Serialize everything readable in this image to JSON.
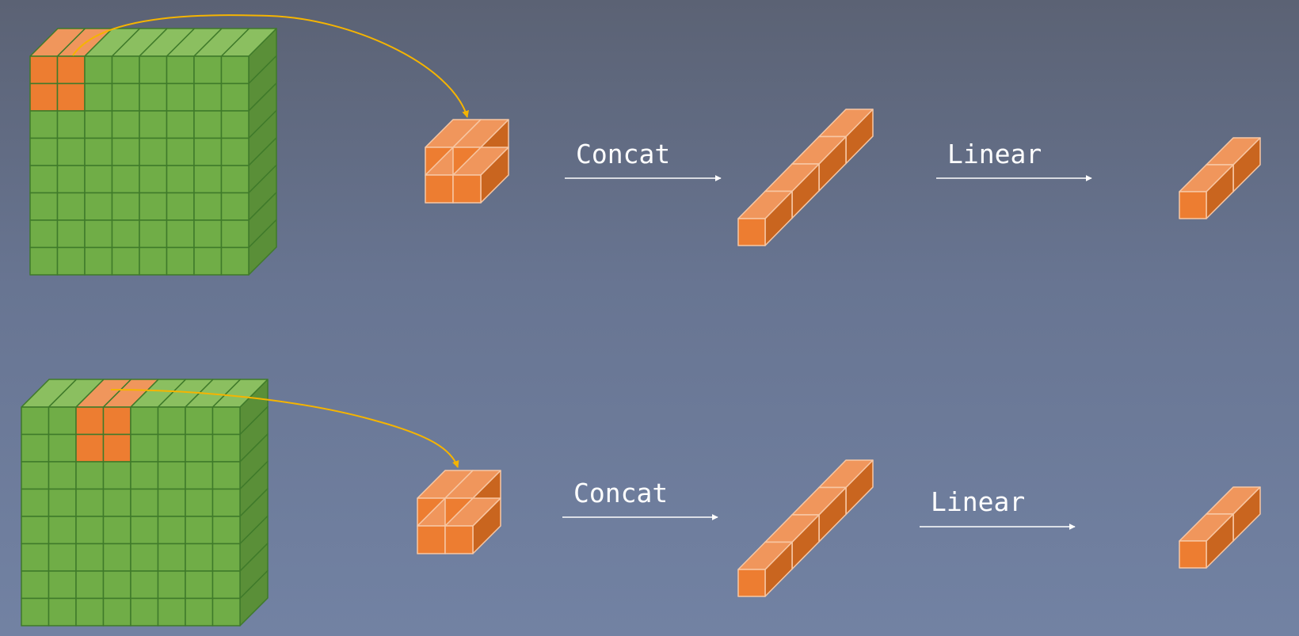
{
  "colors": {
    "grid_front": "#70ad47",
    "grid_top": "#8bbf60",
    "grid_side": "#5a8f38",
    "grid_line": "#3f7a2a",
    "patch_front": "#ed7d31",
    "patch_top": "#f0965c",
    "patch_side": "#c9651f",
    "patch_line": "#f7c7a4",
    "curve": "#f5b400",
    "arrow": "#ffffff"
  },
  "rows": [
    {
      "concat_label": "Concat",
      "linear_label": "Linear"
    },
    {
      "concat_label": "Concat",
      "linear_label": "Linear"
    }
  ]
}
